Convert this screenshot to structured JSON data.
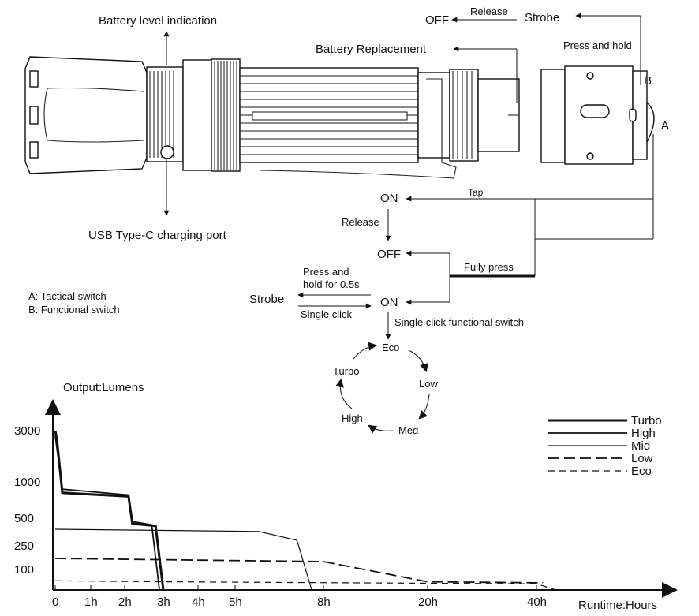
{
  "diagram": {
    "battery_level": "Battery level indication",
    "usb_port": "USB Type-C charging port",
    "battery_replacement": "Battery Replacement",
    "strobe_top": "Strobe",
    "off_top": "OFF",
    "release_top": "Release",
    "press_hold": "Press and hold",
    "label_b": "B",
    "label_a": "A",
    "on_top": "ON",
    "tap": "Tap",
    "release_mid": "Release",
    "off_mid": "OFF",
    "fully_press": "Fully press",
    "press_hold_05_line1": "Press and",
    "press_hold_05_line2": "hold for 0.5s",
    "strobe_left": "Strobe",
    "on_bottom": "ON",
    "single_click": "Single click",
    "single_click_func": "Single click functional switch",
    "legend_a": "A: Tactical switch",
    "legend_b": "B: Functional switch",
    "cycle": [
      "Eco",
      "Low",
      "Med",
      "High",
      "Turbo"
    ]
  },
  "chart_data": {
    "type": "line",
    "ylabel": "Output:Lumens",
    "xlabel": "Runtime:Hours",
    "y_ticks": [
      "3000",
      "1000",
      "500",
      "250",
      "100"
    ],
    "x_ticks": [
      "0",
      "1h",
      "2h",
      "3h",
      "4h",
      "5h",
      "8h",
      "20h",
      "40h"
    ],
    "series": [
      {
        "name": "Turbo",
        "x": [
          0,
          0.05,
          0.2,
          2.1,
          2.2,
          2.8,
          3.0
        ],
        "y": [
          3000,
          2600,
          850,
          800,
          450,
          430,
          0
        ]
      },
      {
        "name": "High",
        "x": [
          0,
          0.2,
          2.1,
          2.2,
          2.7,
          2.9
        ],
        "y": [
          2800,
          900,
          820,
          470,
          440,
          0
        ]
      },
      {
        "name": "Mid",
        "x": [
          0,
          5.8,
          7.1,
          7.6
        ],
        "y": [
          400,
          380,
          300,
          0
        ]
      },
      {
        "name": "Low",
        "x": [
          0,
          8,
          20,
          41
        ],
        "y": [
          170,
          150,
          40,
          35
        ]
      },
      {
        "name": "Eco",
        "x": [
          0,
          3,
          40,
          43
        ],
        "y": [
          45,
          40,
          30,
          0
        ]
      }
    ]
  }
}
